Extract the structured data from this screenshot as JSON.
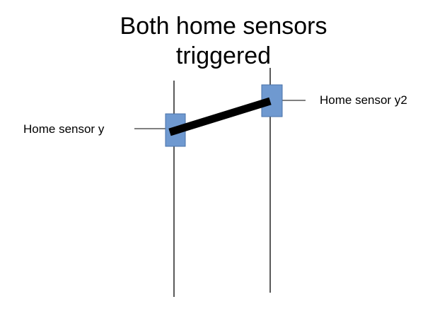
{
  "title": {
    "line1": "Both home sensors",
    "line2": "triggered"
  },
  "sensors": {
    "left": {
      "label": "Home sensor y"
    },
    "right": {
      "label": "Home sensor y2"
    }
  },
  "colors": {
    "sensor_fill": "#6f99d0",
    "sensor_stroke": "#4a72a8",
    "rail": "#000000",
    "gantry": "#000000",
    "text": "#000000"
  }
}
